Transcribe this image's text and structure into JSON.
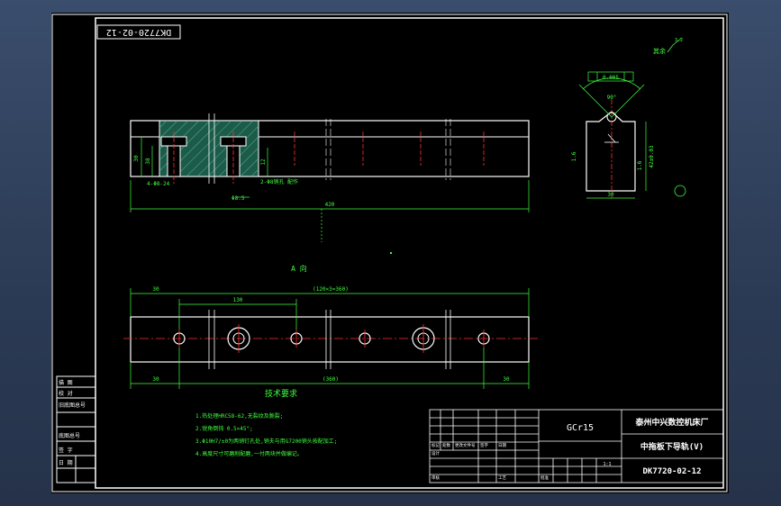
{
  "drawing": {
    "code_rotated": "DK7720-02-12",
    "roughness_top_right": "其余",
    "roughness_value": "3.2",
    "section_label": "A 向",
    "tech_title": "技术要求",
    "tech_notes": [
      "1.热处理HRC58-62,无裂纹及脆裂;",
      "2.锐角倒钝 0.5×45°;",
      "3.Φ10H7/±0为两销钉孔处,销夫与用G7200销头按配加工;",
      "4.高度尺寸可磨削配磨,一付两块并做编记。"
    ],
    "dims_front": {
      "total": "420",
      "h1": "30",
      "h2": "38",
      "h3": "12",
      "bolt": "4-Φ8-24",
      "cb": "Φ8.5",
      "pin": "2-Φ8销孔 配作"
    },
    "dims_bottom": {
      "d1": "30",
      "d2": "130",
      "d3": "(120×3=360)",
      "d4": "30",
      "d5": "(360)",
      "d6": "30"
    },
    "dims_section": {
      "tol": "0.005",
      "angle": "90°",
      "width": "30",
      "height": "42±0.03",
      "left_h": "1.6",
      "right_h": "1.6"
    },
    "title_block": {
      "material": "GCr15",
      "company": "泰州中兴数控机床厂",
      "part_name": "中拖板下导轨(V)",
      "code": "DK7720-02-12",
      "scale": "1:1",
      "labels": [
        "标记",
        "处数",
        "更改文件号",
        "签字",
        "日期",
        "设计",
        "审核",
        "工艺",
        "批准"
      ]
    },
    "left_strip": [
      "描 图",
      "校 对",
      "旧底图总号",
      "底图总号",
      "签 字",
      "日 期"
    ]
  }
}
